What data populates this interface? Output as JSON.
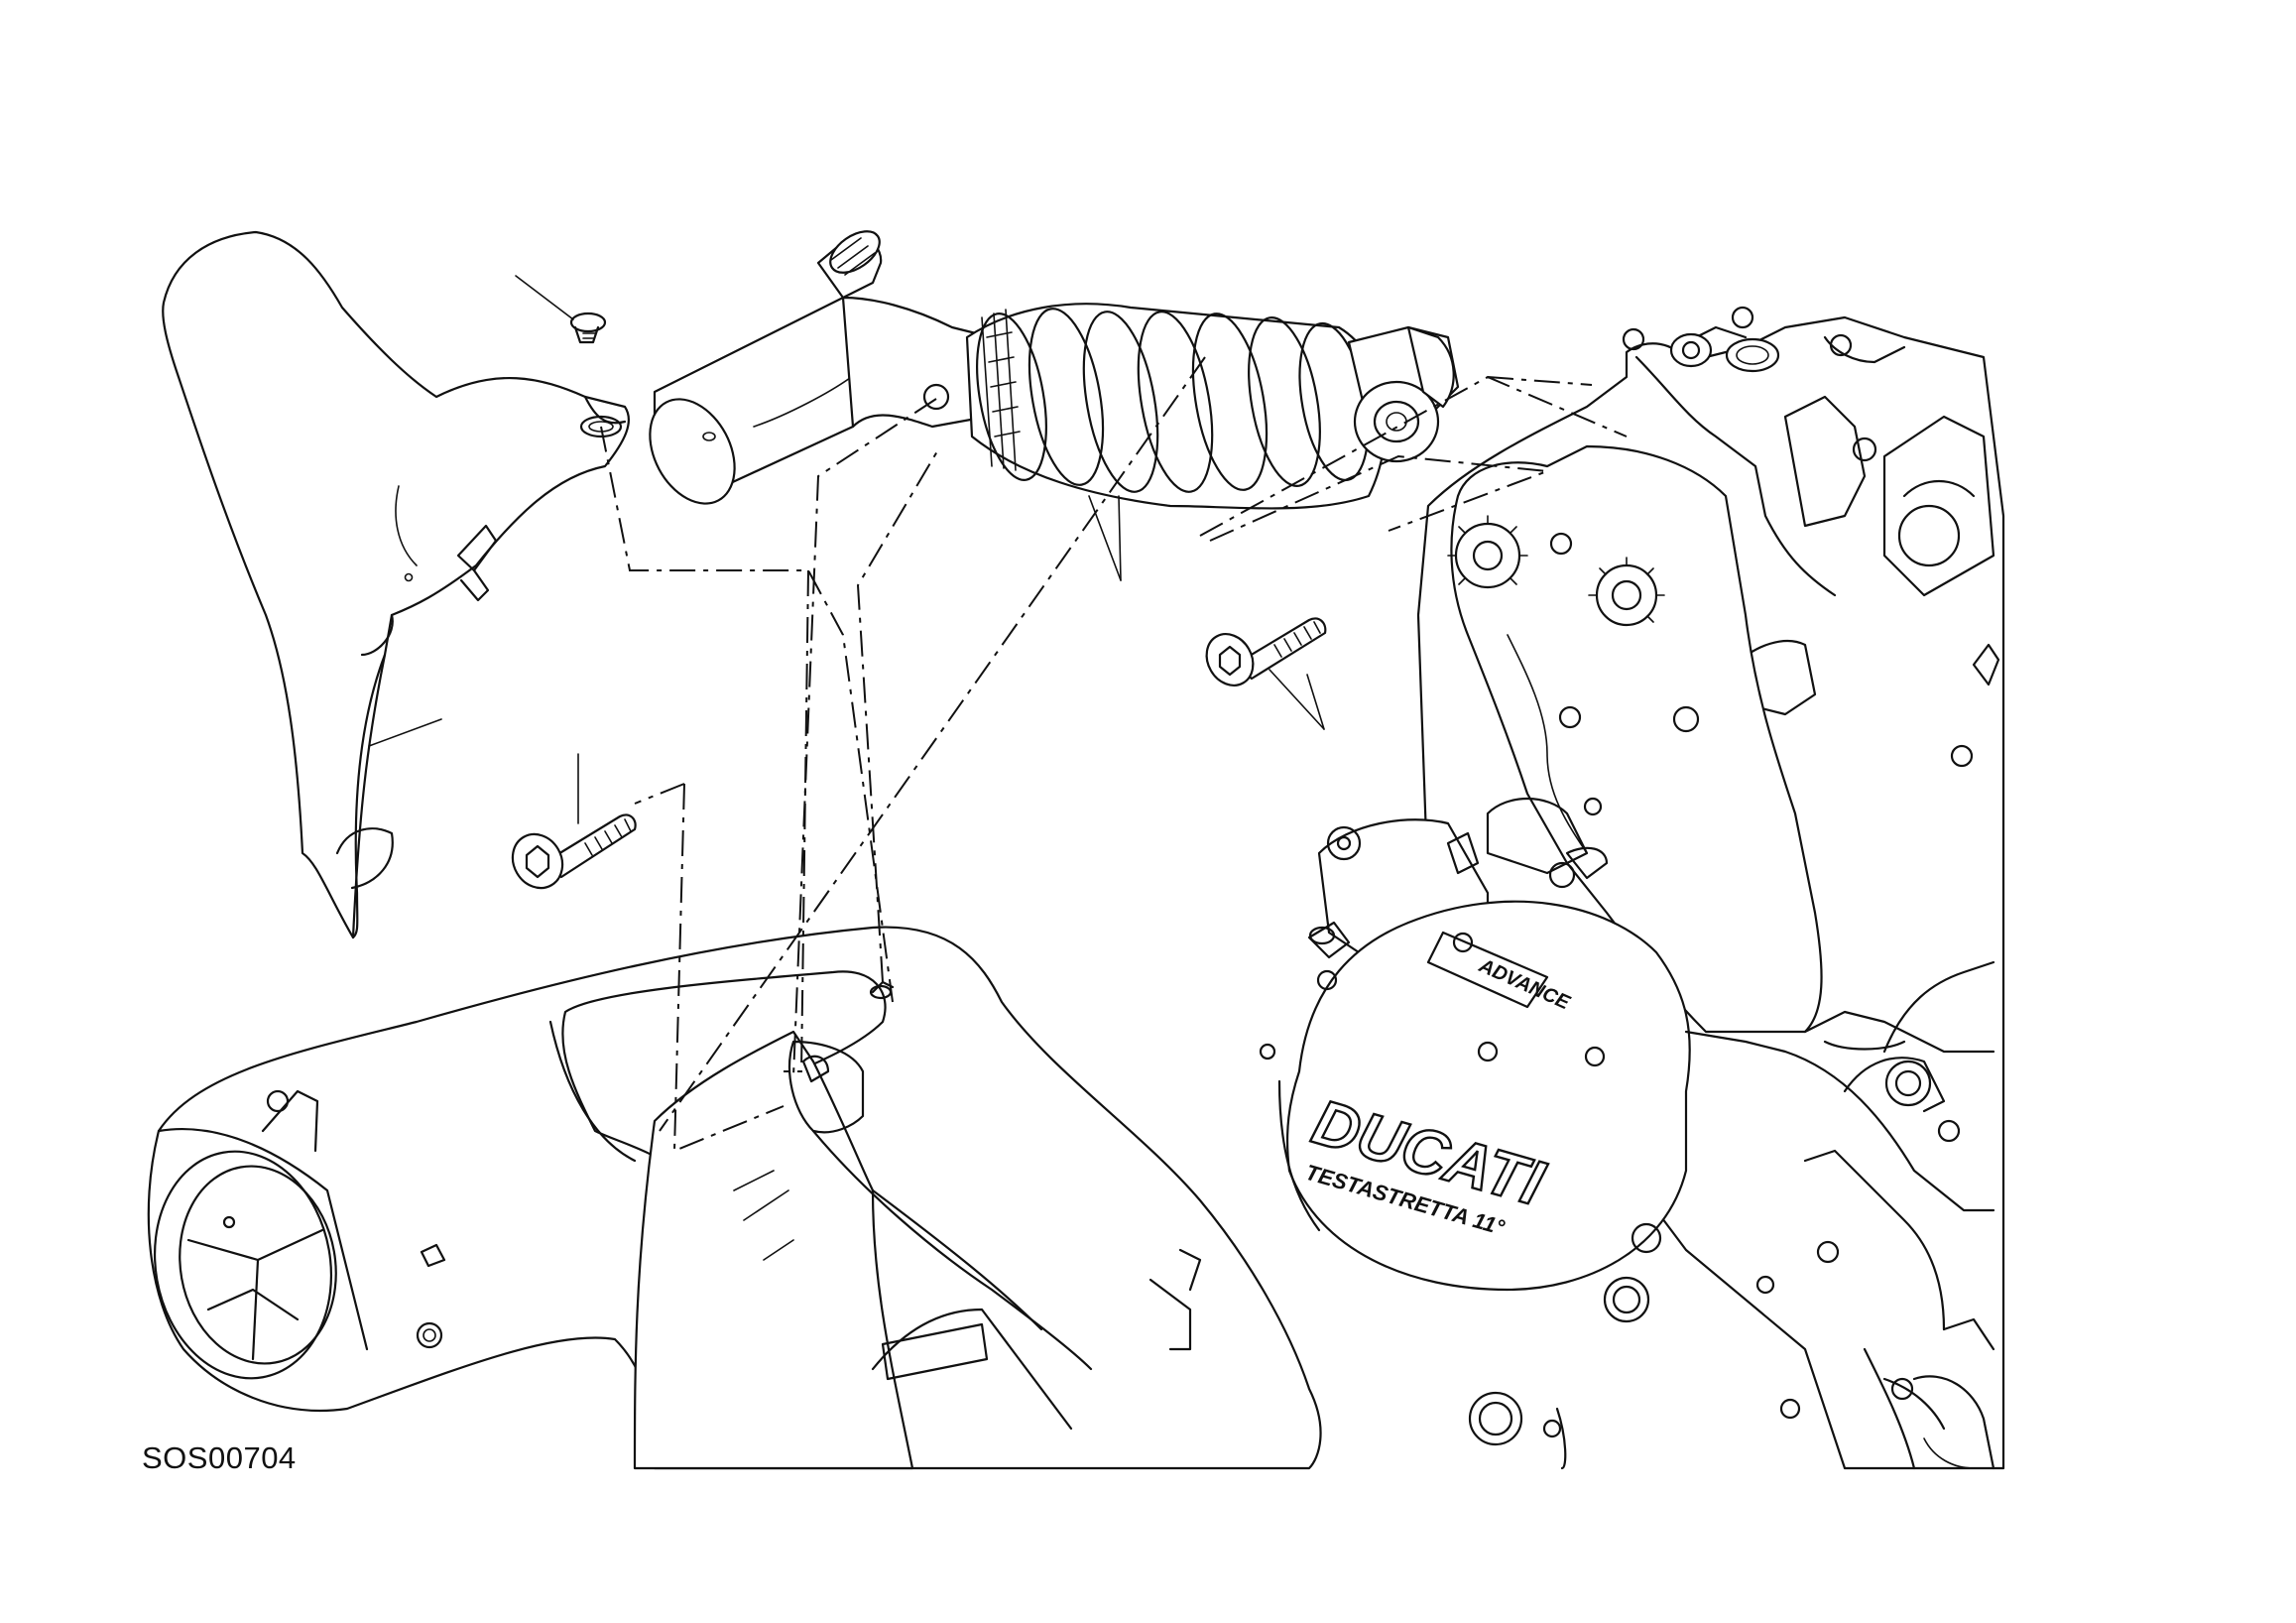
{
  "drawing": {
    "code": "SOS00704",
    "engine_brand": "DUCATI",
    "engine_model": "TESTASTRETTA 11°",
    "badge_text": "ADVANCE"
  },
  "parts": [
    {
      "name": "rear-mudguard"
    },
    {
      "name": "mudguard-screw"
    },
    {
      "name": "rear-shock-absorber"
    },
    {
      "name": "upper-shock-bolt"
    },
    {
      "name": "lower-shock-bolt"
    },
    {
      "name": "swingarm"
    },
    {
      "name": "engine"
    }
  ]
}
